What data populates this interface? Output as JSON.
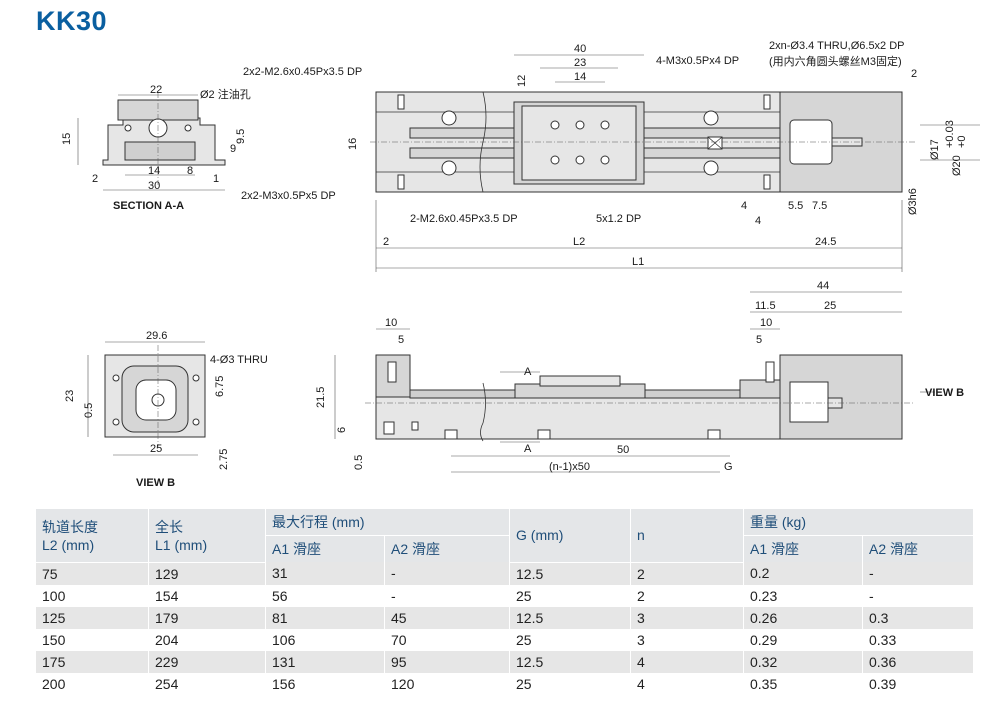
{
  "title": "KK30",
  "drawing": {
    "section_label": "SECTION A-A",
    "view_b_label": "VIEW B",
    "view_b_arrow_label": "VIEW B",
    "oil_hole": "Ø2 注油孔",
    "note_m26_top": "2x2-M2.6x0.45Px3.5 DP",
    "note_m3_left": "2x2-M3x0.5Px5 DP",
    "note_m26_bottom": "2-M2.6x0.45Px3.5 DP",
    "note_5x12": "5x1.2 DP",
    "note_m3_slider": "4-M3x0.5Px4 DP",
    "note_thru": "2xn-Ø3.4 THRU,Ø6.5x2 DP",
    "note_thru_sub": "(用内六角圆头螺丝M3固定)",
    "note_4_03": "4-Ø3 THRU",
    "dims": {
      "d22": "22",
      "d15": "15",
      "d14": "14",
      "d8": "8",
      "d30": "30",
      "d2": "2",
      "d1": "1",
      "d9": "9",
      "d95": "9.5",
      "d40": "40",
      "d23": "23",
      "d14b": "14",
      "d12": "12",
      "d16": "16",
      "d4a": "4",
      "d4b": "4",
      "d55": "5.5",
      "d75": "7.5",
      "d2r": "2",
      "d17": "Ø17",
      "d20": "Ø20",
      "d20tol_p": "+0.03",
      "d20tol_m": "+0",
      "d3h6": "Ø3h6",
      "d2b": "2",
      "L2": "L2",
      "d245": "24.5",
      "L1": "L1",
      "d296": "29.6",
      "d23v": "23",
      "d05v": "0.5",
      "d675": "6.75",
      "d25v": "25",
      "d275": "2.75",
      "d10": "10",
      "d5": "5",
      "d215": "21.5",
      "d6": "6",
      "d05": "0.5",
      "A_top": "A",
      "A_bot": "A",
      "d50": "50",
      "dn1x50": "(n-1)x50",
      "dG": "G",
      "d44": "44",
      "d115": "11.5",
      "d25": "25",
      "d10r": "10",
      "d5r": "5"
    }
  },
  "table": {
    "headers": {
      "l2": [
        "轨道长度",
        "L2 (mm)"
      ],
      "l1": [
        "全长",
        "L1 (mm)"
      ],
      "stroke": "最大行程 (mm)",
      "stroke_a1": "A1 滑座",
      "stroke_a2": "A2 滑座",
      "g": "G (mm)",
      "n": "n",
      "weight": "重量 (kg)",
      "weight_a1": "A1 滑座",
      "weight_a2": "A2 滑座"
    },
    "rows": [
      [
        "75",
        "129",
        "31",
        "-",
        "12.5",
        "2",
        "0.2",
        "-"
      ],
      [
        "100",
        "154",
        "56",
        "-",
        "25",
        "2",
        "0.23",
        "-"
      ],
      [
        "125",
        "179",
        "81",
        "45",
        "12.5",
        "3",
        "0.26",
        "0.3"
      ],
      [
        "150",
        "204",
        "106",
        "70",
        "25",
        "3",
        "0.29",
        "0.33"
      ],
      [
        "175",
        "229",
        "131",
        "95",
        "12.5",
        "4",
        "0.32",
        "0.36"
      ],
      [
        "200",
        "254",
        "156",
        "120",
        "25",
        "4",
        "0.35",
        "0.39"
      ]
    ]
  }
}
